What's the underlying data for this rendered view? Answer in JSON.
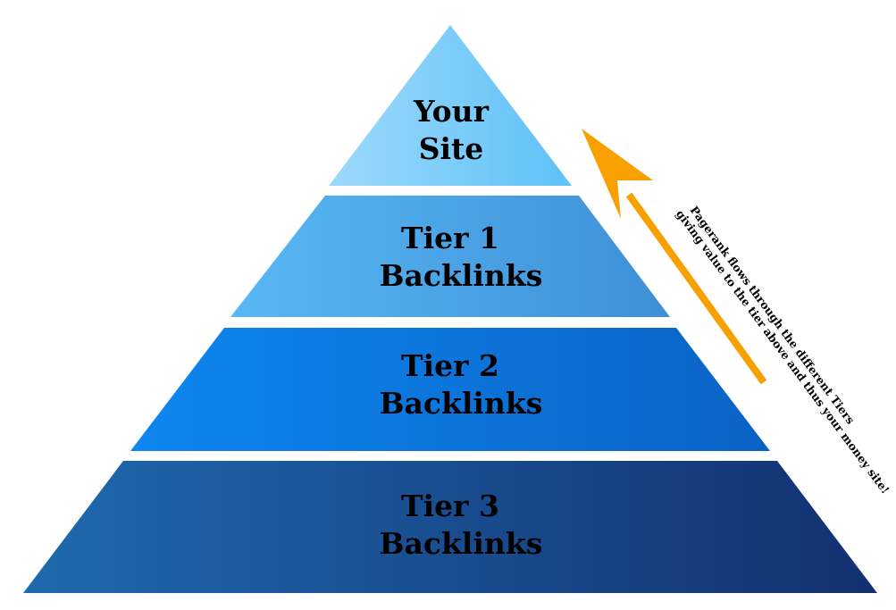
{
  "tiers": [
    {
      "line1": "Your",
      "line2": "Site"
    },
    {
      "line1": "Tier 1",
      "line2": "Backlinks"
    },
    {
      "line1": "Tier 2",
      "line2": "Backlinks"
    },
    {
      "line1": "Tier 3",
      "line2": "Backlinks"
    }
  ],
  "flow_note": {
    "line1": "Pagerank flows through the different Tiers",
    "line2": "giving value to the tier above and thus your money site!"
  },
  "colors": {
    "top_light": "#9cd9fb",
    "top_mid": "#5ec1f7",
    "tier1_light": "#58b8f4",
    "tier1_dark": "#3e8fd6",
    "tier2_light": "#0e86f1",
    "tier2_dark": "#0a63c4",
    "tier3_light": "#1e6aae",
    "tier3_dark": "#133070",
    "arrow": "#f8a000",
    "text": "#000000"
  }
}
